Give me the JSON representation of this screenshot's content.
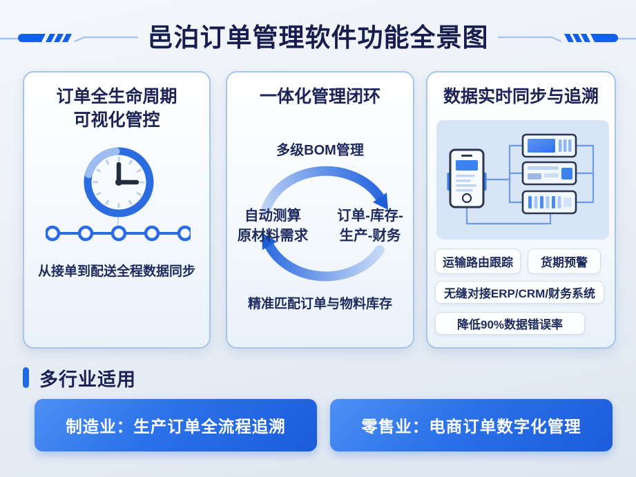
{
  "header": {
    "title": "邑泊订单管理软件功能全景图"
  },
  "cards": {
    "lifecycle": {
      "title_line1": "订单全生命周期",
      "title_line2": "可视化管控",
      "caption": "从接单到配送全程数据同步"
    },
    "closed_loop": {
      "title": "一体化管理闭环",
      "top_label": "多级BOM管理",
      "left_label_line1": "自动测算",
      "left_label_line2": "原材料需求",
      "right_label_line1": "订单-库存-",
      "right_label_line2": "生产-财务",
      "caption": "精准匹配订单与物料库存"
    },
    "data_sync": {
      "title": "数据实时同步与追溯",
      "tags": [
        "运输路由跟踪",
        "货期预警",
        "无缝对接ERP/CRM/财务系统",
        "降低90%数据错误率"
      ]
    }
  },
  "industries": {
    "heading": "多行业适用",
    "buttons": [
      {
        "label": "制造业：生产订单全流程追溯"
      },
      {
        "label": "零售业：电商订单数字化管理"
      }
    ]
  },
  "icons": {
    "clock": "clock-icon",
    "cycle": "cycle-arrows-icon",
    "devices": "device-sync-icon"
  },
  "colors": {
    "accent_blue": "#1f63de",
    "light_blue": "#a9c6ef",
    "navy_text": "#1b2256",
    "card_border": "#a9c4e9",
    "button_gradient_start": "#4e90f5",
    "button_gradient_end": "#1c5cdb",
    "tag_border": "#d5dde9",
    "panel_bg": "#d8e5f6"
  }
}
